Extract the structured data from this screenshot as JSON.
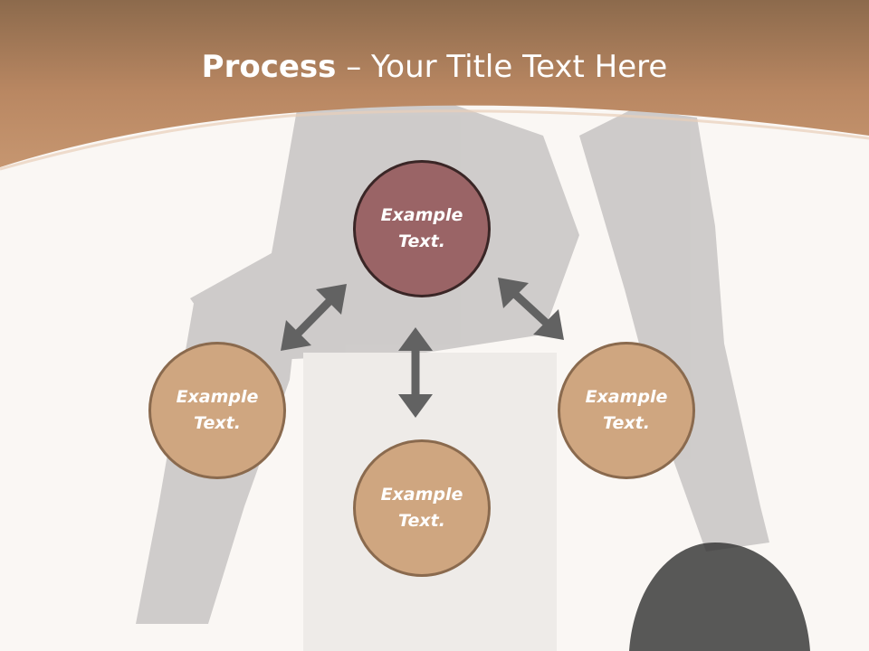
{
  "title": {
    "bold": "Process",
    "dash": " – ",
    "rest": "Your Title Text Here"
  },
  "colors": {
    "header": "#c0906a",
    "top_circle": "#9a6466",
    "tan_circle": "#cfa680",
    "arrow": "#626262"
  },
  "nodes": {
    "top": {
      "line1": "Example",
      "line2": "Text."
    },
    "left": {
      "line1": "Example",
      "line2": "Text."
    },
    "bottom": {
      "line1": "Example",
      "line2": "Text."
    },
    "right": {
      "line1": "Example",
      "line2": "Text."
    }
  },
  "arrows": [
    "double-headed",
    "double-headed",
    "double-headed"
  ]
}
